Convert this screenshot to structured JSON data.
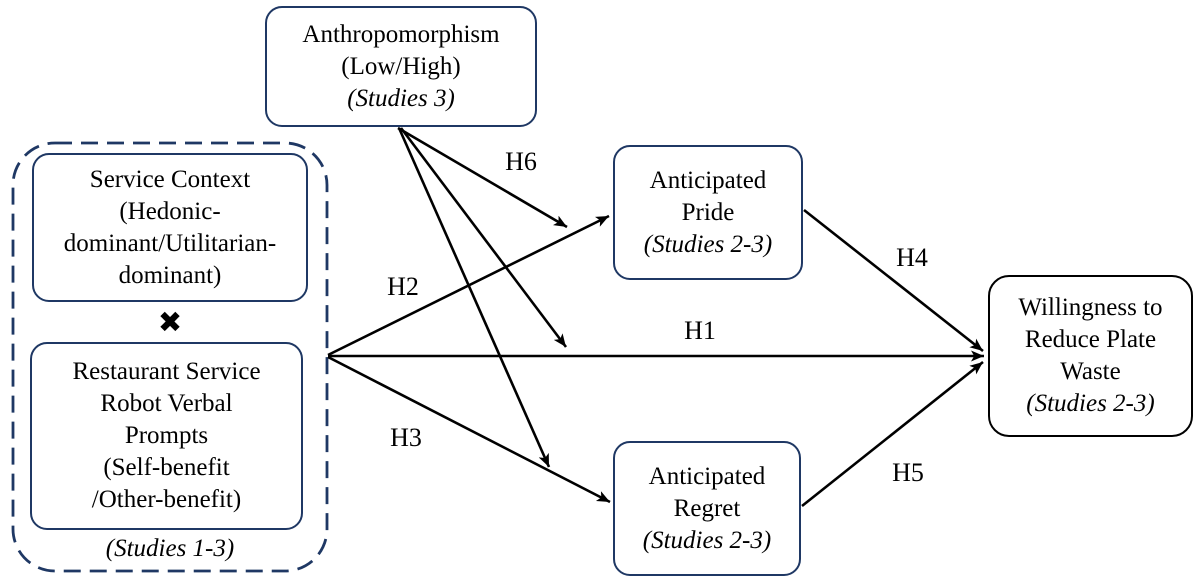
{
  "diagram": {
    "boxes": {
      "anthropomorphism": {
        "text": "Anthropomorphism\n(Low/High)",
        "studies": "(Studies 3)"
      },
      "service_context": {
        "text": "Service Context\n(Hedonic-\ndominant/Utilitarian-\ndominant)"
      },
      "robot_prompts": {
        "text": "Restaurant Service\nRobot Verbal\nPrompts\n(Self-benefit\n/Other-benefit)"
      },
      "interaction_symbol": "✖",
      "iv_group_studies": "(Studies 1-3)",
      "anticipated_pride": {
        "text": "Anticipated\nPride",
        "studies": "(Studies 2-3)"
      },
      "anticipated_regret": {
        "text": "Anticipated\nRegret",
        "studies": "(Studies 2-3)"
      },
      "willingness": {
        "text": "Willingness to\nReduce Plate\nWaste",
        "studies": "(Studies 2-3)"
      }
    },
    "labels": {
      "h1": "H1",
      "h2": "H2",
      "h3": "H3",
      "h4": "H4",
      "h5": "H5",
      "h6": "H6"
    },
    "colors": {
      "box_border": "#1f3864",
      "outcome_border": "#000000",
      "arrow": "#000000",
      "text": "#000000",
      "background": "#ffffff"
    }
  }
}
